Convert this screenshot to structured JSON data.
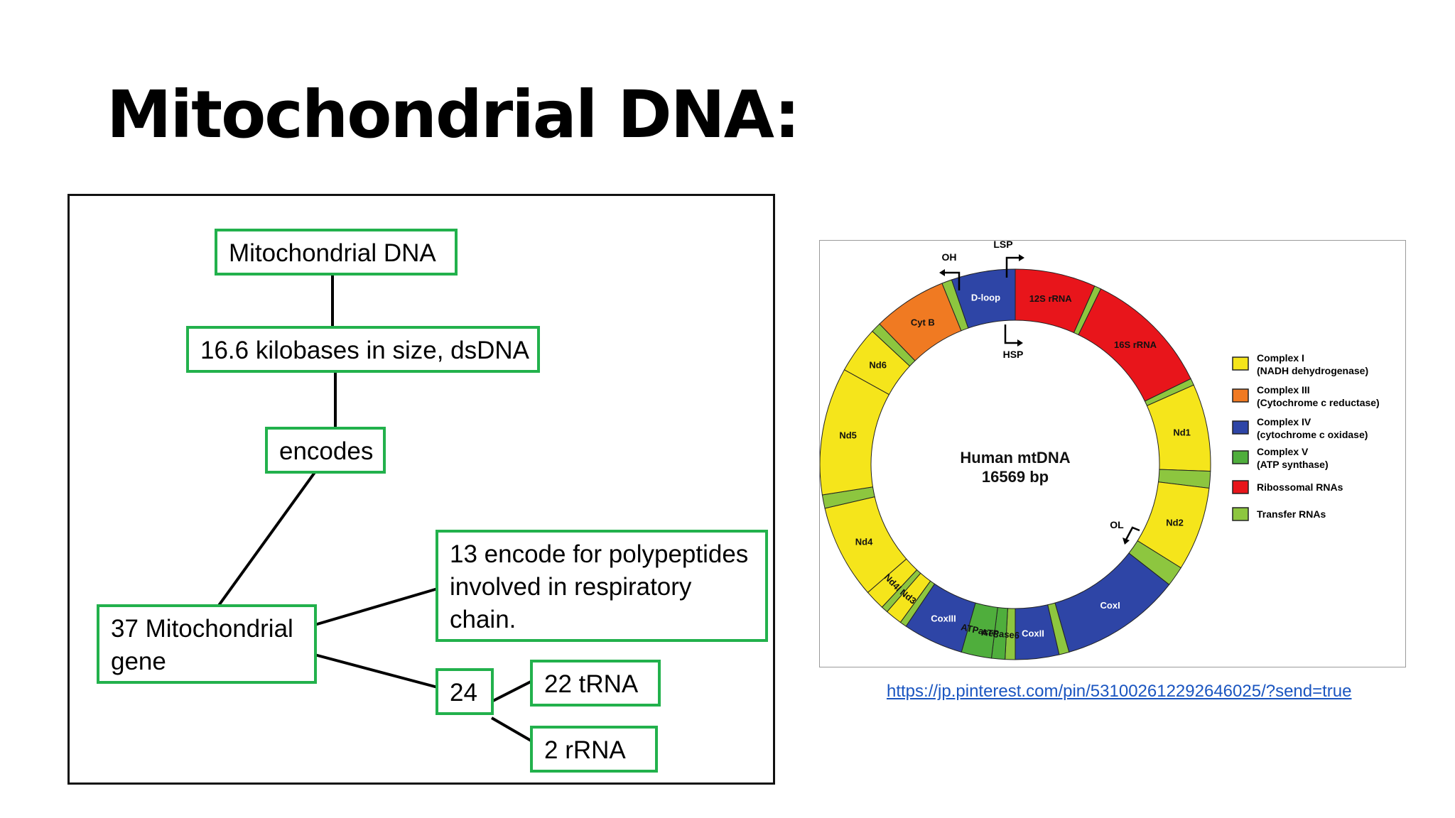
{
  "slide": {
    "title": "Mitochondrial DNA:"
  },
  "flowchart": {
    "nodes": {
      "root": "Mitochondrial DNA",
      "size": "16.6 kilobases in size, dsDNA",
      "encodes": "encodes",
      "genes_line1": "37 Mitochondrial",
      "genes_line2": "gene",
      "polypeptides_line1": "13 encode for polypeptides",
      "polypeptides_line2": "involved in respiratory",
      "polypeptides_line3": "chain.",
      "twentyfour": "24",
      "trna": "22 tRNA",
      "rrna": "2 rRNA"
    },
    "colors": {
      "border": "#22b14c",
      "connector": "#000000"
    }
  },
  "mtdna_map": {
    "center_title": "Human mtDNA",
    "center_subtitle": "16569 bp",
    "markers": {
      "oh": "OH",
      "lsp": "LSP",
      "hsp": "HSP",
      "ol": "OL"
    },
    "segments": [
      {
        "label": "D-loop",
        "type": "complex_iv_blue"
      },
      {
        "label": "12S rRNA",
        "type": "rrna"
      },
      {
        "label": "16S rRNA",
        "type": "rrna"
      },
      {
        "label": "Nd1",
        "type": "complex_i"
      },
      {
        "label": "Nd2",
        "type": "complex_i"
      },
      {
        "label": "CoxI",
        "type": "complex_iv"
      },
      {
        "label": "CoxII",
        "type": "complex_iv"
      },
      {
        "label": "ATPase6",
        "type": "complex_v"
      },
      {
        "label": "ATPase8",
        "type": "complex_v"
      },
      {
        "label": "CoxIII",
        "type": "complex_iv"
      },
      {
        "label": "Nd3",
        "type": "complex_i"
      },
      {
        "label": "Nd4l",
        "type": "complex_i"
      },
      {
        "label": "Nd4",
        "type": "complex_i"
      },
      {
        "label": "Nd5",
        "type": "complex_i"
      },
      {
        "label": "Nd6",
        "type": "complex_i"
      },
      {
        "label": "Cyt B",
        "type": "complex_iii"
      }
    ],
    "legend": [
      {
        "line1": "Complex I",
        "line2": "(NADH dehydrogenase)",
        "color": "#f5e51b"
      },
      {
        "line1": "Complex III",
        "line2": "(Cytochrome c reductase)",
        "color": "#f07a22"
      },
      {
        "line1": "Complex IV",
        "line2": "(cytochrome c oxidase)",
        "color": "#2e45a6"
      },
      {
        "line1": "Complex V",
        "line2": "(ATP synthase)",
        "color": "#4fae3c"
      },
      {
        "line1": "Ribossomal RNAs",
        "line2": "",
        "color": "#e8151b"
      },
      {
        "line1": "Transfer RNAs",
        "line2": "",
        "color": "#8dc63f"
      }
    ]
  },
  "source": {
    "url": "https://jp.pinterest.com/pin/531002612292646025/?send=true"
  }
}
